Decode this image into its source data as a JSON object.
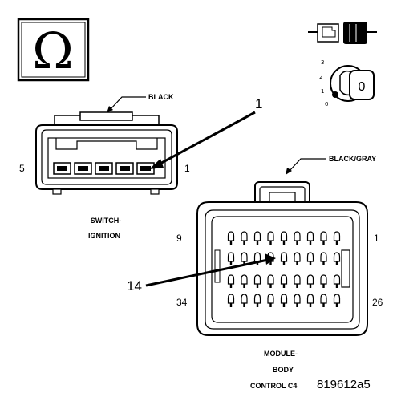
{
  "symbol": {
    "ohm": "Ω"
  },
  "key_positions": {
    "p0": "0",
    "p1": "1",
    "p2": "2",
    "p3": "3",
    "key_face": "0"
  },
  "switch_connector": {
    "color_label": "BLACK",
    "callout": "1",
    "pin_left": "5",
    "pin_right": "1",
    "name_line1": "SWITCH-",
    "name_line2": "IGNITION"
  },
  "module_connector": {
    "color_label": "BLACK/GRAY",
    "callout": "14",
    "pin_top_left": "9",
    "pin_top_right": "1",
    "pin_bottom_left": "34",
    "pin_bottom_right": "26",
    "name_line1": "MODULE-",
    "name_line2": "BODY",
    "name_line3": "CONTROL C4"
  },
  "figure_id": "819612a5"
}
